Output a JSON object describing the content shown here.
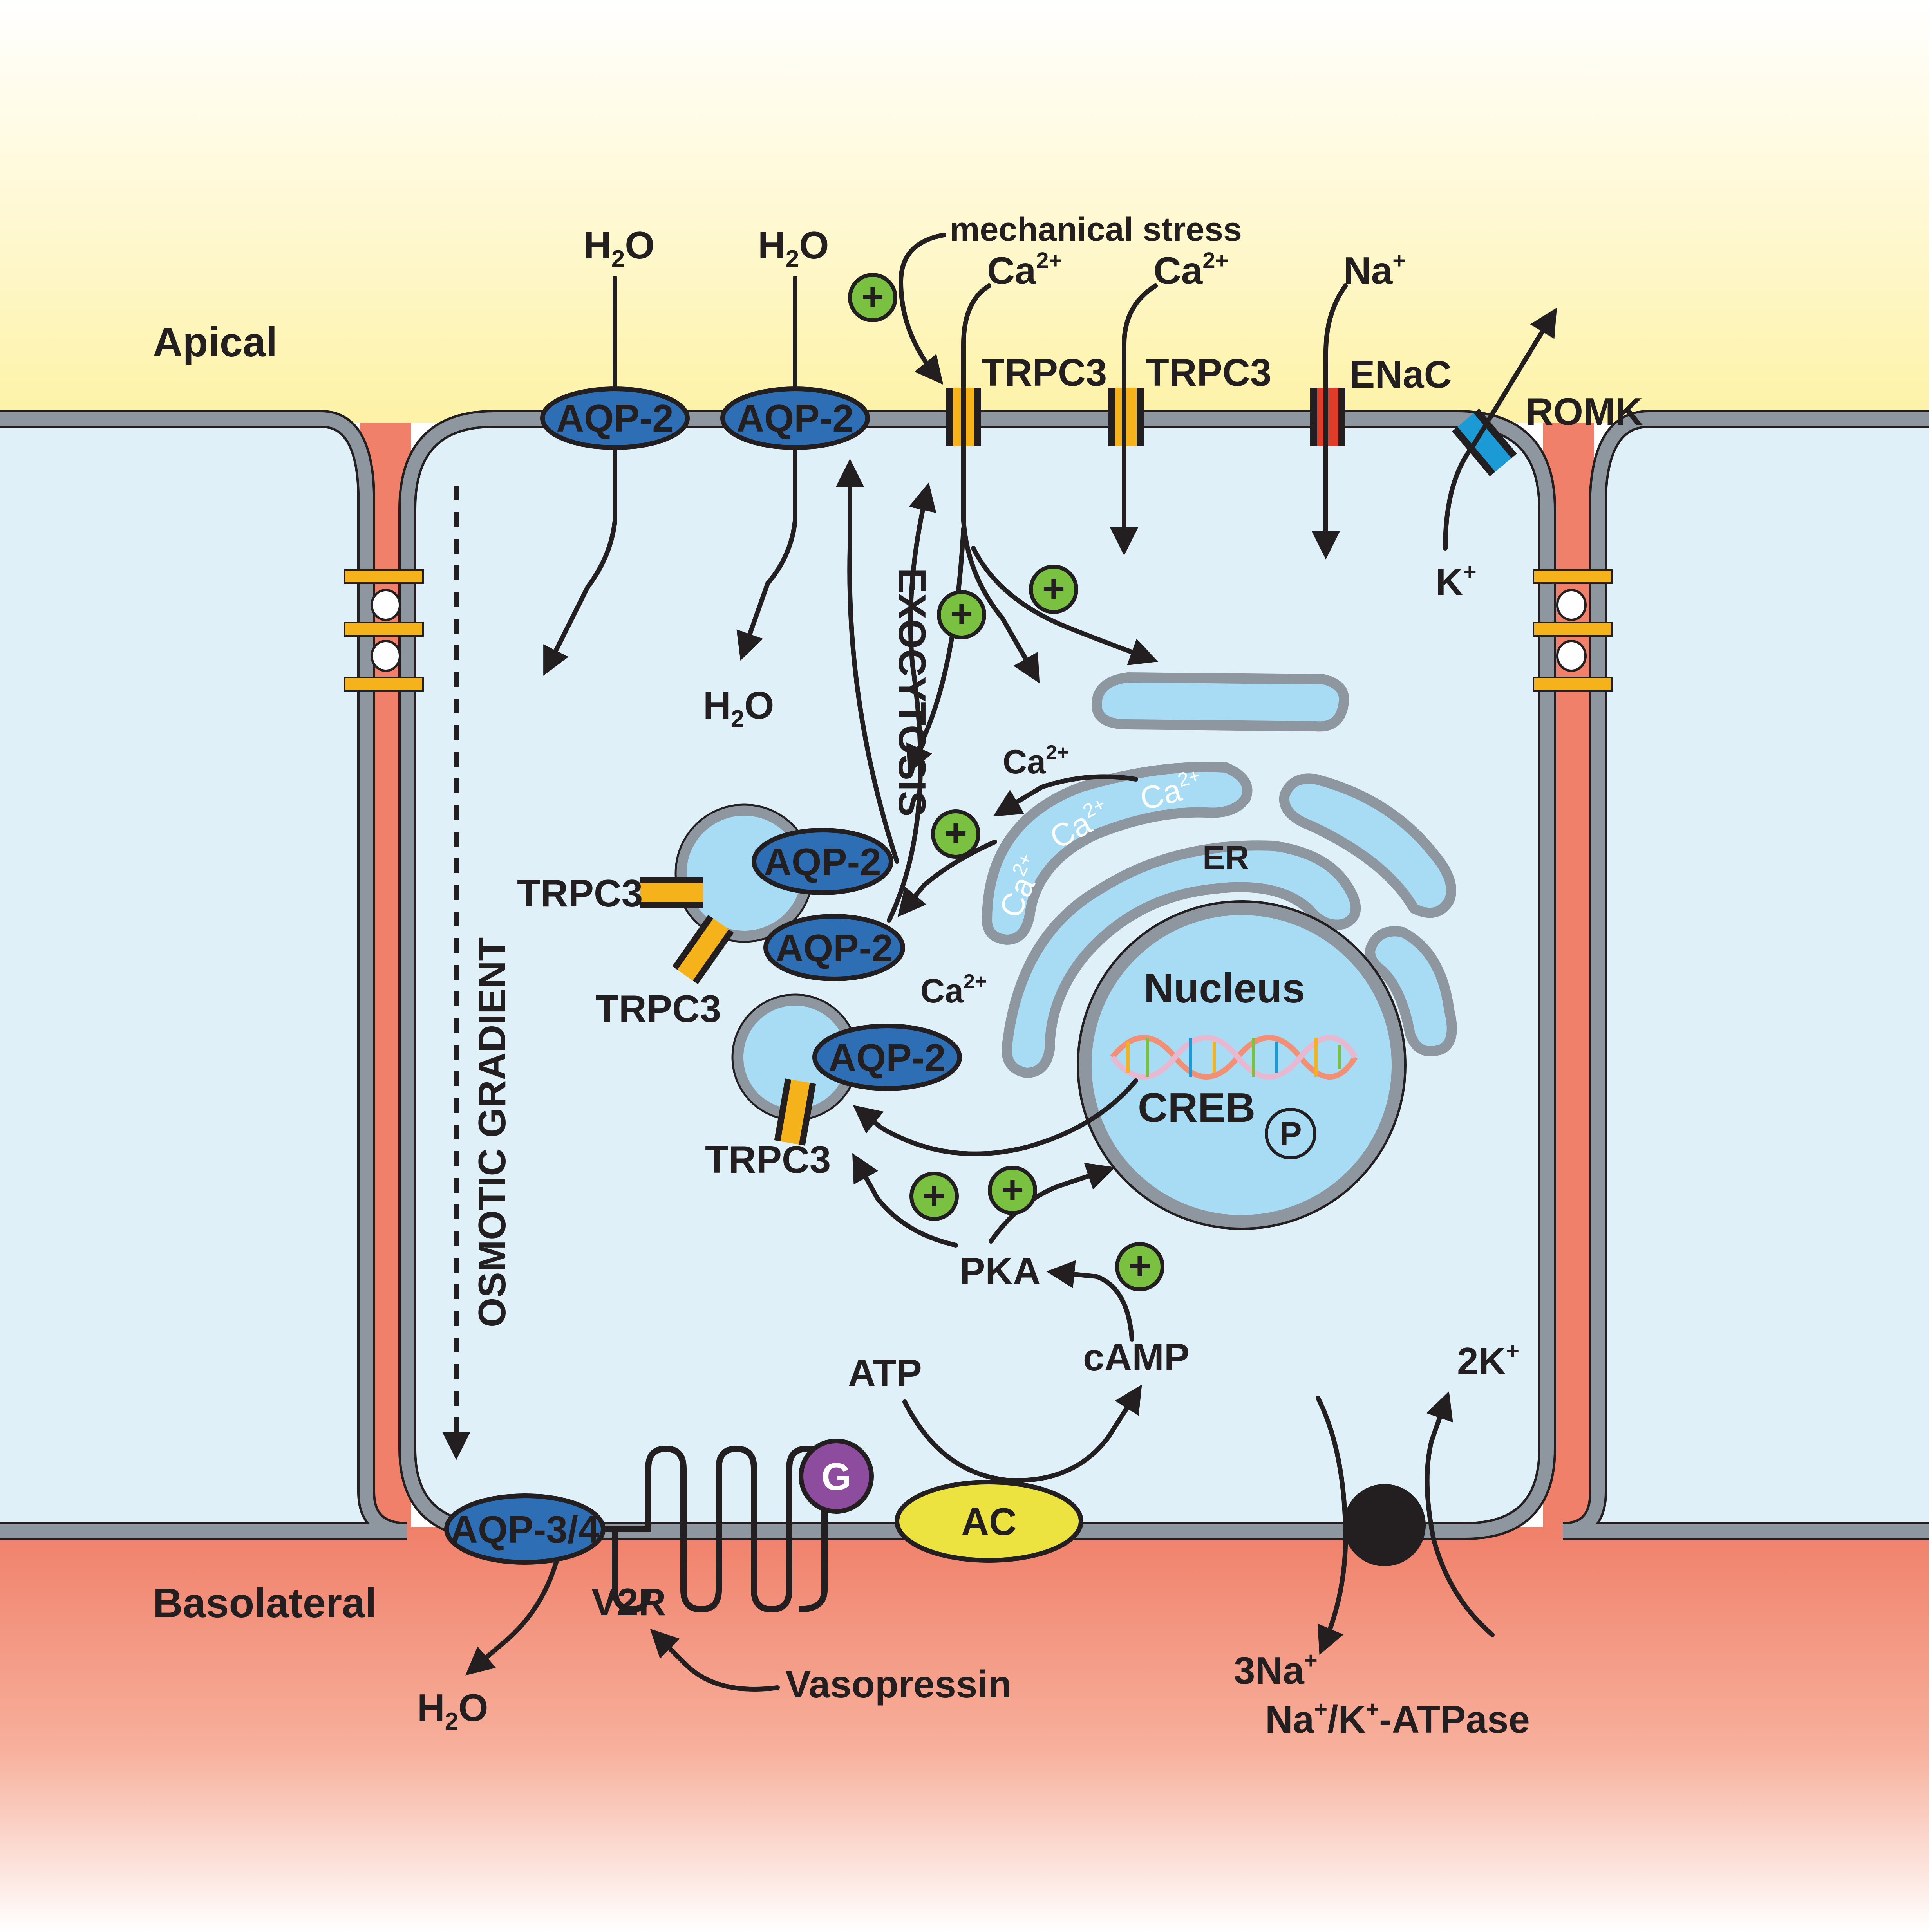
{
  "regions": {
    "apical": "Apical",
    "basolateral": "Basolateral"
  },
  "colors": {
    "apical_bg": "#fdf2a6",
    "basolateral_bg": "#f28f74",
    "cytoplasm": "#dff0f8",
    "membrane": "#8e96a0",
    "aqp": "#2e6eb5",
    "trpc": "#f6b21b",
    "enac": "#e03c2a",
    "romk": "#1c9ad6",
    "organelle": "#a8dbf4",
    "plus_badge": "#7ac142",
    "g_protein": "#8e4c9e",
    "ac": "#ece240"
  },
  "labels": {
    "h2o": "H2O",
    "h2o_main": "H",
    "h2o_sub": "2",
    "h2o_tail": "O",
    "mechanical_stress": "mechanical stress",
    "ca": "Ca",
    "ca_sup": "2+",
    "na": "Na",
    "na_sup": "+",
    "k": "K",
    "k_sup": "+",
    "trpc3": "TRPC3",
    "enac": "ENaC",
    "romk": "ROMK",
    "aqp2": "AQP-2",
    "aqp34": "AQP-3/4",
    "exocytosis": "EXOCYTOSIS",
    "osmotic_gradient": "OSMOTIC GRADIENT",
    "er": "ER",
    "nucleus": "Nucleus",
    "creb": "CREB",
    "p": "P",
    "pka": "PKA",
    "camp": "cAMP",
    "atp": "ATP",
    "ac": "AC",
    "g": "G",
    "v2r": "V2R",
    "vasopressin": "Vasopressin",
    "three_na": "3Na",
    "two_k": "2K",
    "atpase_na": "Na",
    "atpase_slash_k": "/K",
    "atpase_tail": "-ATPase",
    "plus": "+"
  }
}
